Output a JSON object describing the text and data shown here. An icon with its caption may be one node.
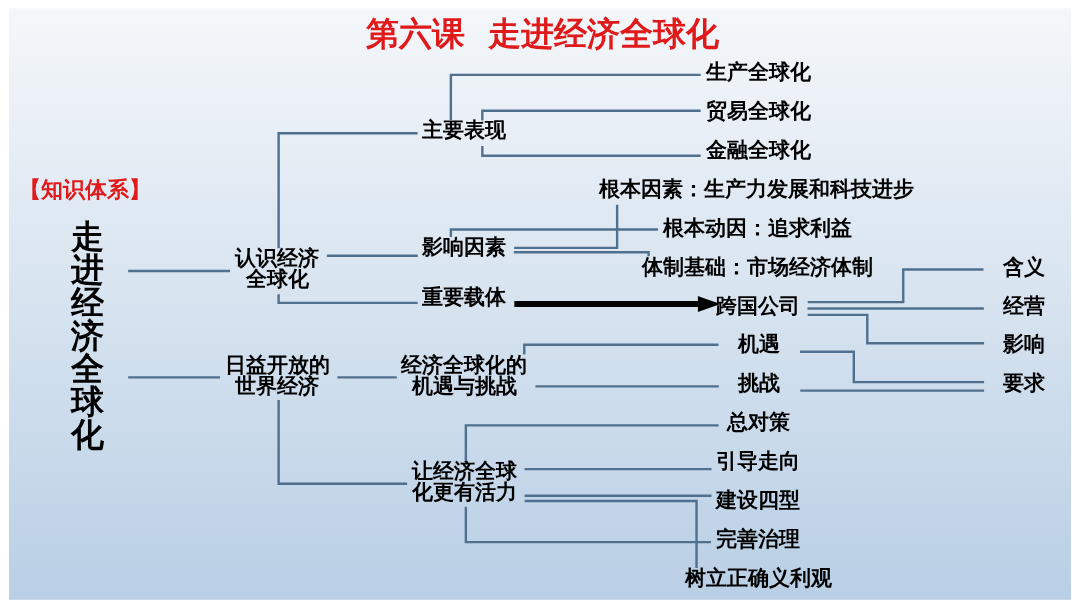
{
  "diagram": {
    "title": "第六课  走进经济全球化",
    "nodes": [
      {
        "text": [
          "走进经济全球化"
        ]
      },
      {
        "text": [
          "认识经济全球化"
        ]
      },
      {
        "text": [
          "主要表现"
        ]
      },
      {
        "text": [
          "生产全球化"
        ]
      },
      {
        "text": [
          "贸易全球化"
        ]
      },
      {
        "text": [
          "金融全球化"
        ]
      },
      {
        "text": [
          "影响因素"
        ]
      },
      {
        "text": [
          "根本因素：生产力发展和科技进步"
        ]
      },
      {
        "text": [
          "根本动因：追求利益"
        ]
      },
      {
        "text": [
          "体制基础：市场经济体制"
        ]
      },
      {
        "text": [
          "重要载体"
        ]
      },
      {
        "text": [
          "跨国公司"
        ]
      },
      {
        "text": [
          "含义"
        ]
      },
      {
        "text": [
          "经营"
        ]
      },
      {
        "text": [
          "影响"
        ]
      },
      {
        "text": [
          "日益开放的世界经济"
        ]
      },
      {
        "text": [
          "经济全球化的机遇与挑战"
        ]
      },
      {
        "text": [
          "机遇"
        ]
      },
      {
        "text": [
          "挑战"
        ]
      },
      {
        "text": [
          "要求"
        ]
      },
      {
        "text": [
          "让经济全球化更有活力"
        ]
      },
      {
        "text": [
          "总对策"
        ]
      },
      {
        "text": [
          "引导走向"
        ]
      },
      {
        "text": [
          "建设四型"
        ]
      },
      {
        "text": [
          "完善治理"
        ]
      },
      {
        "text": [
          "树立正确义利观"
        ]
      }
    ],
    "edges": [
      {
        "from": 0,
        "to": 1,
        "arrow": "none"
      },
      {
        "from": 0,
        "to": 15,
        "arrow": "none"
      },
      {
        "from": 1,
        "to": 2,
        "arrow": "none"
      },
      {
        "from": 1,
        "to": 6,
        "arrow": "none"
      },
      {
        "from": 1,
        "to": 10,
        "arrow": "none"
      },
      {
        "from": 2,
        "to": 3,
        "arrow": "none"
      },
      {
        "from": 2,
        "to": 4,
        "arrow": "none"
      },
      {
        "from": 2,
        "to": 5,
        "arrow": "none"
      },
      {
        "from": 6,
        "to": 7,
        "arrow": "none"
      },
      {
        "from": 6,
        "to": 8,
        "arrow": "none"
      },
      {
        "from": 6,
        "to": 9,
        "arrow": "none"
      },
      {
        "from": 10,
        "to": 11,
        "arrow": "to",
        "style": "thick",
        "color": "#000000"
      },
      {
        "from": 11,
        "to": 12,
        "arrow": "none"
      },
      {
        "from": 11,
        "to": 13,
        "arrow": "none"
      },
      {
        "from": 11,
        "to": 14,
        "arrow": "none"
      },
      {
        "from": 15,
        "to": 16,
        "arrow": "none"
      },
      {
        "from": 15,
        "to": 20,
        "arrow": "none"
      },
      {
        "from": 16,
        "to": 17,
        "arrow": "none"
      },
      {
        "from": 16,
        "to": 18,
        "arrow": "none"
      },
      {
        "from": 17,
        "to": 19,
        "arrow": "none"
      },
      {
        "from": 18,
        "to": 19,
        "arrow": "none"
      },
      {
        "from": 20,
        "to": 21,
        "arrow": "none"
      },
      {
        "from": 20,
        "to": 22,
        "arrow": "none"
      },
      {
        "from": 20,
        "to": 23,
        "arrow": "none"
      },
      {
        "from": 20,
        "to": 24,
        "arrow": "none"
      },
      {
        "from": 20,
        "to": 25,
        "arrow": "none"
      }
    ],
    "labels": [
      "【知识体系】"
    ]
  }
}
